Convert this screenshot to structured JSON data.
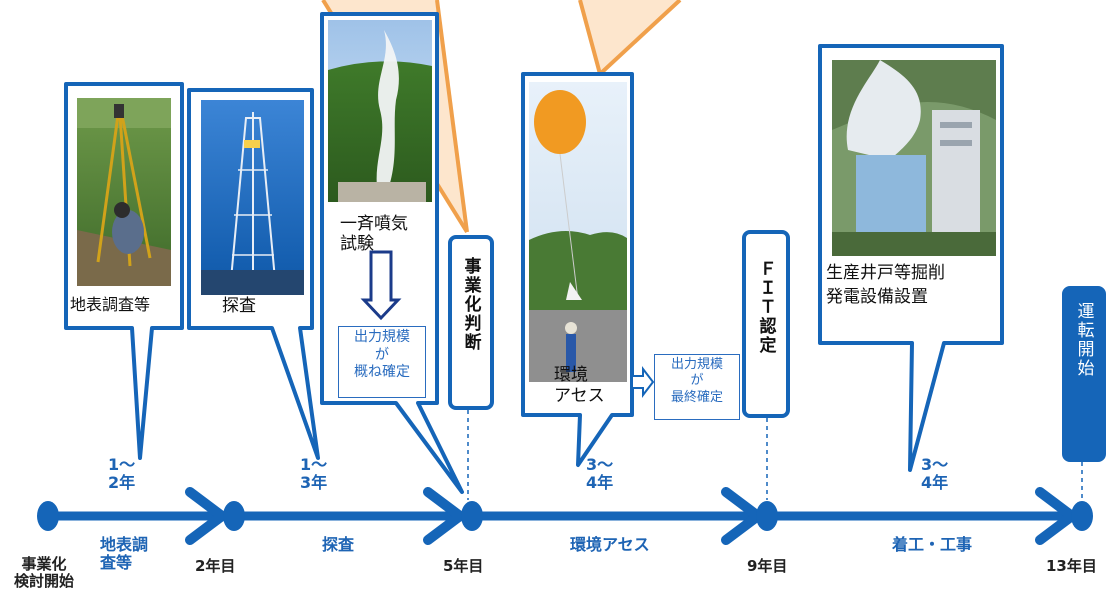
{
  "callouts": {
    "survey": "地表調査等",
    "exploration": "探査",
    "test": "一斉噴気\n試験",
    "assessment": "環境\nアセス",
    "construction": "生産井戸等掘削\n発電設備設置"
  },
  "notes": {
    "approx": "出力規模\nが\n概ね確定",
    "final": "出力規模\nが\n最終確定"
  },
  "milestones": {
    "business_judgment": "事業化判断",
    "fit": "ＦＩＴ認定",
    "operation": "運転開始"
  },
  "durations": [
    "1～\n2年",
    "1～\n3年",
    "3～\n4年",
    "3～\n4年"
  ],
  "phases": [
    "地表調\n査等",
    "探査",
    "環境アセス",
    "着工・工事"
  ],
  "timeline_labels": [
    "事業化\n検討開始",
    "2年目",
    "5年目",
    "9年目",
    "13年目"
  ],
  "colors": {
    "blue": "#1565b8",
    "orange": "#f0a04b",
    "peach": "#fde3c8",
    "navy": "#1b3b8a"
  }
}
